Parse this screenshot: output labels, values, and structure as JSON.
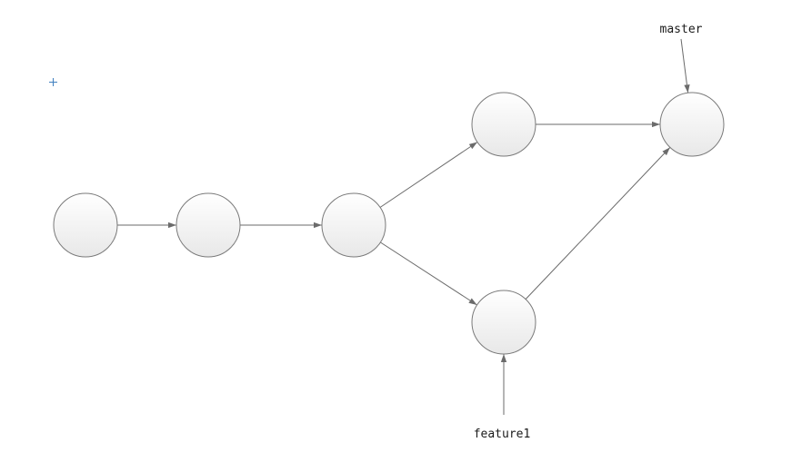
{
  "diagram": {
    "type": "git-branch-graph",
    "refs": {
      "master": "master",
      "feature": "feature1"
    },
    "commits": [
      {
        "id": "c1"
      },
      {
        "id": "c2"
      },
      {
        "id": "c3"
      },
      {
        "id": "c4"
      },
      {
        "id": "c5"
      },
      {
        "id": "c6"
      }
    ],
    "edges": [
      {
        "from": "c1",
        "to": "c2"
      },
      {
        "from": "c2",
        "to": "c3"
      },
      {
        "from": "c3",
        "to": "c4"
      },
      {
        "from": "c3",
        "to": "c5"
      },
      {
        "from": "c4",
        "to": "c6"
      },
      {
        "from": "c5",
        "to": "c6"
      }
    ],
    "ref_targets": {
      "master": "c6",
      "feature": "c5"
    }
  },
  "colors": {
    "node_stroke": "#7a7a7a",
    "node_fill_top": "#ffffff",
    "node_fill_bottom": "#e8e8e8",
    "edge": "#6b6b6b",
    "text": "#1a1a1a",
    "anchor_mark": "#3f7fbf"
  },
  "icons": {
    "anchor": "crosshair-icon"
  }
}
